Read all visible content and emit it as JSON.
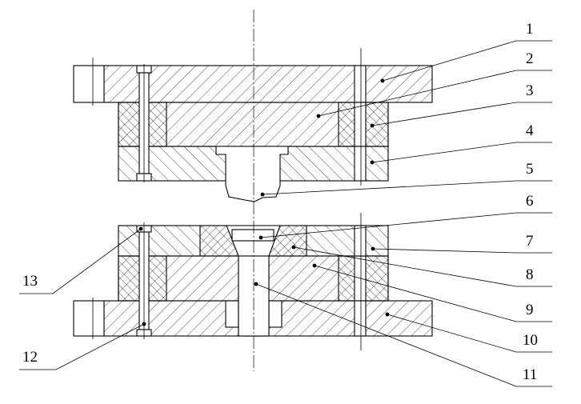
{
  "callouts": {
    "labels": [
      "1",
      "2",
      "3",
      "4",
      "5",
      "6",
      "7",
      "8",
      "9",
      "10",
      "11",
      "12",
      "13"
    ]
  },
  "colors": {
    "line": "#000000",
    "background": "#ffffff"
  }
}
